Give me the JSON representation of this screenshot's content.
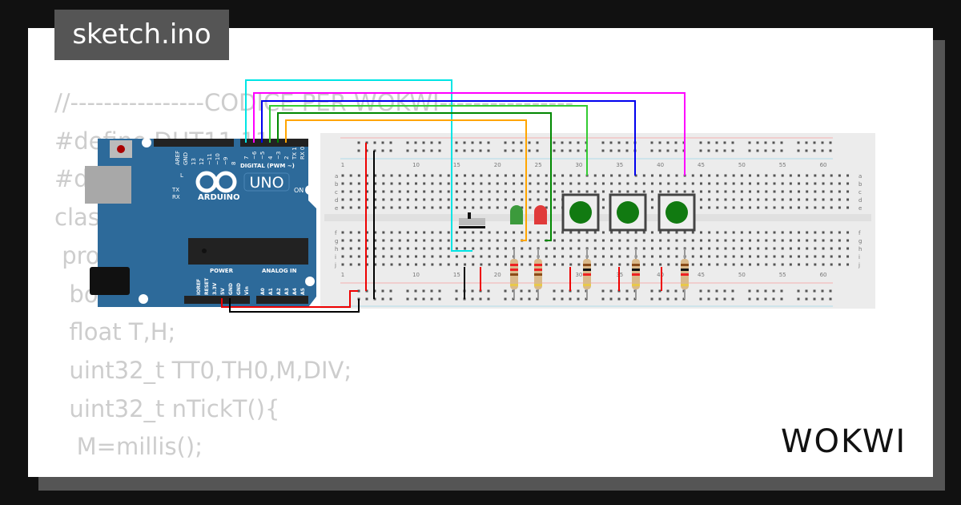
{
  "title": "sketch.ino",
  "code_lines": [
    "//----------------CODICE PER WOKWI----------------",
    "#define DHT11 11",
    "#d",
    "clas",
    " pro",
    "  bo",
    "  float T,H;",
    "  uint32_t TT0,TH0,M,DIV;",
    "  uint32_t nTickT(){",
    "   M=millis();"
  ],
  "arduino": {
    "brand": "ARDUINO",
    "model": "UNO",
    "digital_label": "DIGITAL (PWM ~)",
    "power_label": "POWER",
    "analog_label": "ANALOG IN",
    "on_label": "ON",
    "led_labels": [
      "L",
      "TX",
      "RX"
    ],
    "digital_pins": [
      "AREF",
      "GND",
      "13",
      "12",
      "~11",
      "~10",
      "~9",
      "8",
      "7",
      "~6",
      "~5",
      "4",
      "~3",
      "2",
      "TX 1",
      "RX 0"
    ],
    "power_pins": [
      "IOREF",
      "RESET",
      "3.3V",
      "5V",
      "GND",
      "GND",
      "Vin"
    ],
    "analog_pins": [
      "A0",
      "A1",
      "A2",
      "A3",
      "A4",
      "A5"
    ]
  },
  "breadboard": {
    "column_labels": [
      "1",
      "10",
      "15",
      "20",
      "25",
      "30",
      "35",
      "40",
      "45",
      "50",
      "55",
      "60"
    ],
    "row_labels": [
      "a",
      "b",
      "c",
      "d",
      "e",
      "f",
      "g",
      "h",
      "i",
      "j"
    ]
  },
  "wire_colors": {
    "cyan": "#00e5e5",
    "magenta": "#ff00ff",
    "blue": "#0000ee",
    "lime": "#33cc33",
    "green": "#008800",
    "orange": "#ffa500",
    "red": "#ee0000",
    "black": "#000000"
  },
  "logo": "WOKWI"
}
